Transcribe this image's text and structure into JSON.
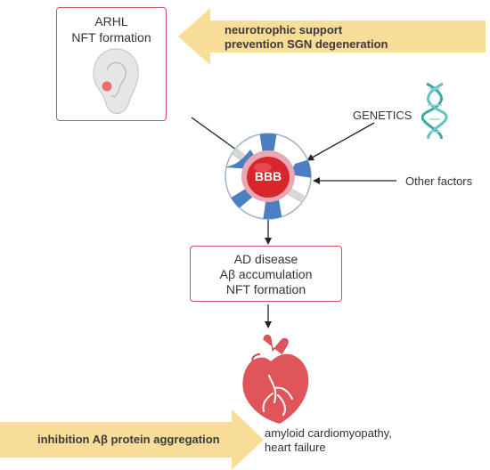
{
  "ear_box": {
    "line1": "ARHL",
    "line2": "NFT formation"
  },
  "top_band": {
    "line1": "neurotrophic support",
    "line2": "prevention SGN degeneration",
    "color": "#f7dd98"
  },
  "genetics_label": "GENETICS",
  "other_factors_label": "Other factors",
  "bbb_label": "BBB",
  "ad_box": {
    "line1": "AD disease",
    "line2": "Aβ accumulation",
    "line3": "NFT formation"
  },
  "bottom_band": {
    "text": "inhibition Aβ protein aggregation",
    "color": "#f7dd98"
  },
  "outcome": {
    "line1": "amyloid cardiomyopathy,",
    "line2": "heart failure"
  },
  "colors": {
    "box_border": "#c8545a",
    "bbb_red": "#d9262c",
    "vessel_blue": "#4a7fc1",
    "heart_red": "#e0555a",
    "dna_teal": "#3aa7a8"
  }
}
